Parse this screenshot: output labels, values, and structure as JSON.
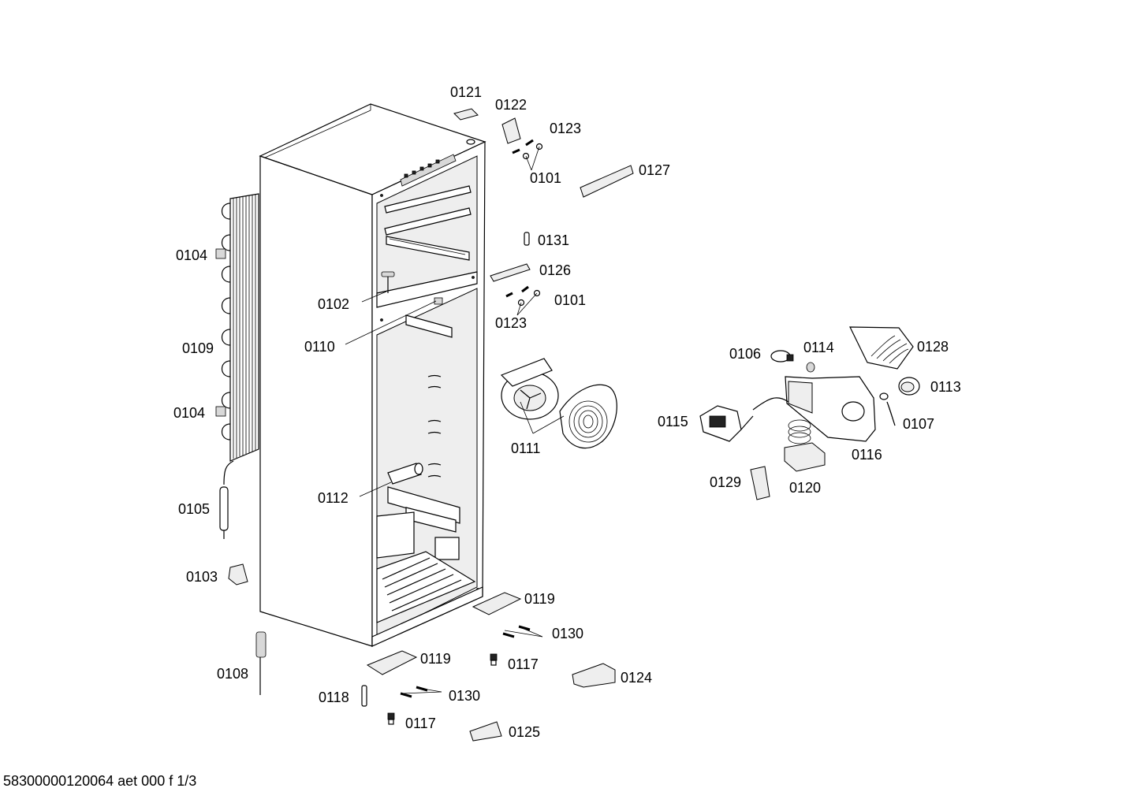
{
  "diagram": {
    "labels": [
      {
        "id": "p0121a",
        "text": "0121"
      },
      {
        "id": "p0122",
        "text": "0122"
      },
      {
        "id": "p0123a",
        "text": "0123"
      },
      {
        "id": "p0101a",
        "text": "0101"
      },
      {
        "id": "p0127",
        "text": "0127"
      },
      {
        "id": "p0104a",
        "text": "0104"
      },
      {
        "id": "p0131",
        "text": "0131"
      },
      {
        "id": "p0126",
        "text": "0126"
      },
      {
        "id": "p0101b",
        "text": "0101"
      },
      {
        "id": "p0102",
        "text": "0102"
      },
      {
        "id": "p0123b",
        "text": "0123"
      },
      {
        "id": "p0110",
        "text": "0110"
      },
      {
        "id": "p0109",
        "text": "0109"
      },
      {
        "id": "p0106",
        "text": "0106"
      },
      {
        "id": "p0114",
        "text": "0114"
      },
      {
        "id": "p0128",
        "text": "0128"
      },
      {
        "id": "p0113",
        "text": "0113"
      },
      {
        "id": "p0104b",
        "text": "0104"
      },
      {
        "id": "p0115",
        "text": "0115"
      },
      {
        "id": "p0107",
        "text": "0107"
      },
      {
        "id": "p0111",
        "text": "0111"
      },
      {
        "id": "p0116",
        "text": "0116"
      },
      {
        "id": "p0112",
        "text": "0112"
      },
      {
        "id": "p0129",
        "text": "0129"
      },
      {
        "id": "p0120",
        "text": "0120"
      },
      {
        "id": "p0105",
        "text": "0105"
      },
      {
        "id": "p0103",
        "text": "0103"
      },
      {
        "id": "p0119a",
        "text": "0119"
      },
      {
        "id": "p0130a",
        "text": "0130"
      },
      {
        "id": "p0119b",
        "text": "0119"
      },
      {
        "id": "p0117a",
        "text": "0117"
      },
      {
        "id": "p0108",
        "text": "0108"
      },
      {
        "id": "p0124",
        "text": "0124"
      },
      {
        "id": "p0118",
        "text": "0118"
      },
      {
        "id": "p0130b",
        "text": "0130"
      },
      {
        "id": "p0117b",
        "text": "0117"
      },
      {
        "id": "p0125",
        "text": "0125"
      }
    ],
    "footer": "58300000120064 aet 000 f 1/3"
  }
}
